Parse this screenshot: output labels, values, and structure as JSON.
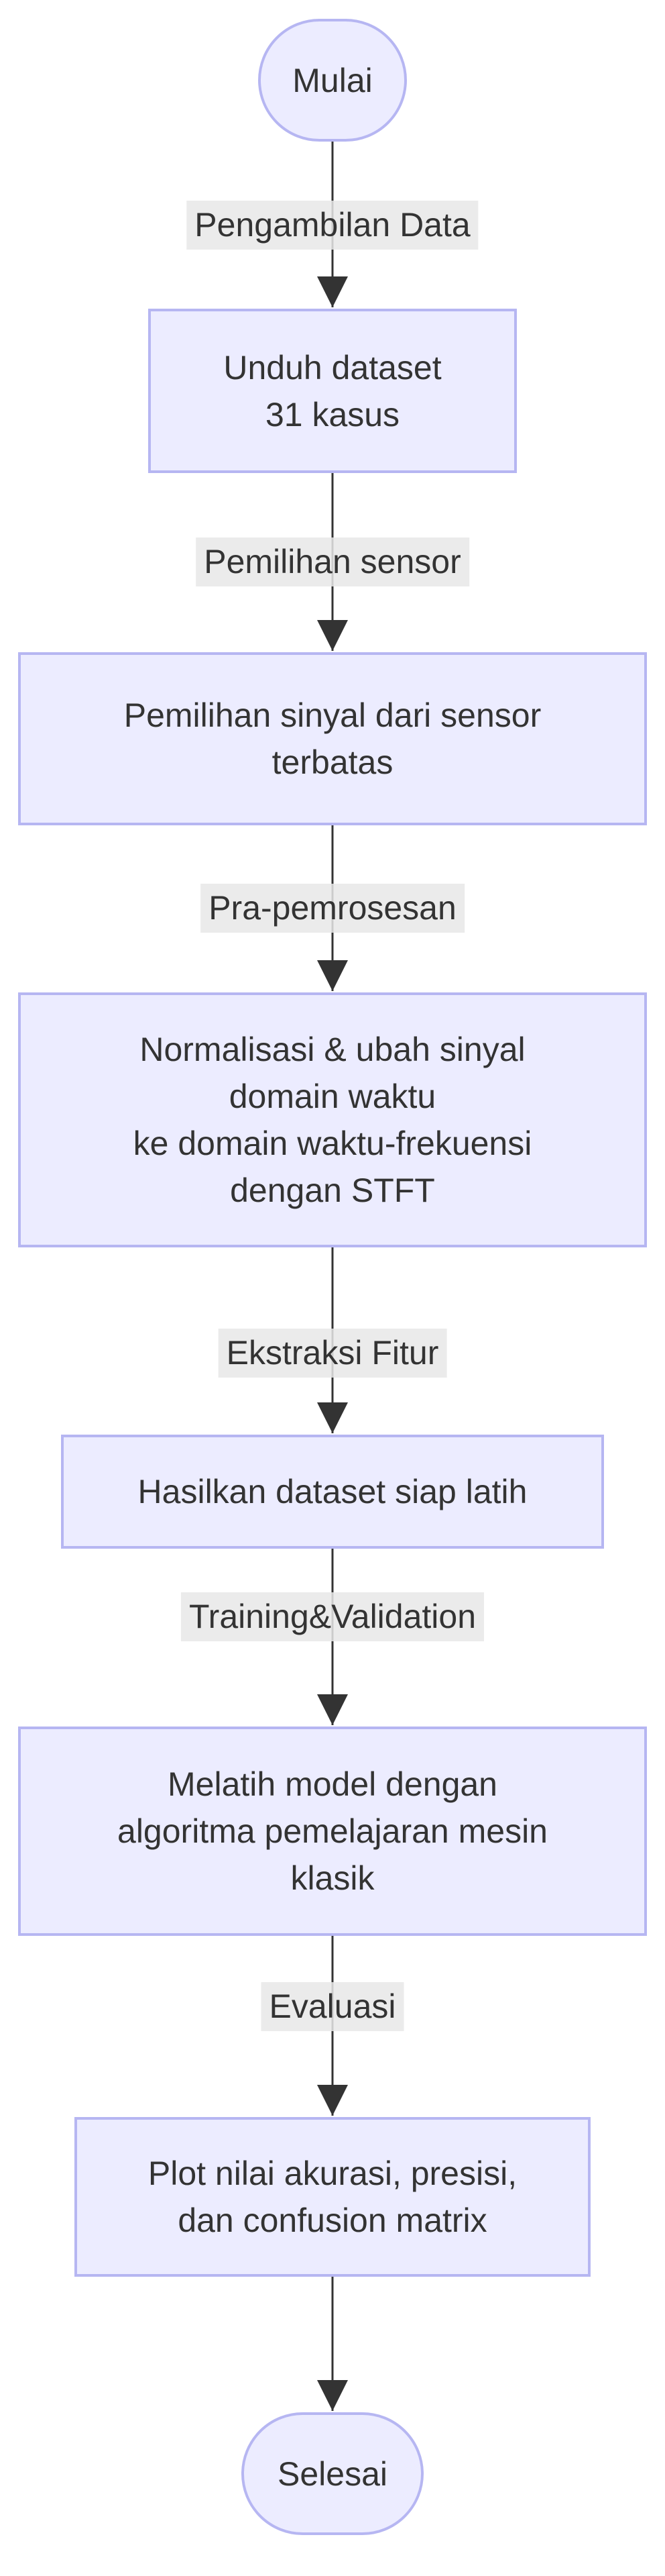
{
  "flowchart": {
    "nodes": {
      "start": {
        "label": "Mulai",
        "shape": "stadium"
      },
      "download_dataset": {
        "label": "Unduh dataset\n31 kasus",
        "shape": "rect"
      },
      "select_signal": {
        "label": "Pemilihan sinyal dari sensor\nterbatas",
        "shape": "rect"
      },
      "preprocess_stft": {
        "label": "Normalisasi & ubah sinyal\ndomain waktu\nke domain waktu-frekuensi\ndengan STFT",
        "shape": "rect"
      },
      "dataset_ready": {
        "label": "Hasilkan dataset siap latih",
        "shape": "rect"
      },
      "train_model": {
        "label": "Melatih model dengan\nalgoritma pemelajaran mesin\nklasik",
        "shape": "rect"
      },
      "plot_results": {
        "label": "Plot nilai akurasi, presisi,\ndan confusion matrix",
        "shape": "rect"
      },
      "end": {
        "label": "Selesai",
        "shape": "stadium"
      }
    },
    "edge_labels": {
      "pengambilan_data": "Pengambilan Data",
      "pemilihan_sensor": "Pemilihan sensor",
      "pra_pemrosesan": "Pra-pemrosesan",
      "ekstraksi_fitur": "Ekstraksi Fitur",
      "training_validation": "Training&Validation",
      "evaluasi": "Evaluasi"
    },
    "colors": {
      "node_fill": "#ECECFF",
      "node_border": "#B6B6F2",
      "edge_label_bg": "#E8E8E8",
      "text": "#333333",
      "line": "#333333"
    }
  }
}
